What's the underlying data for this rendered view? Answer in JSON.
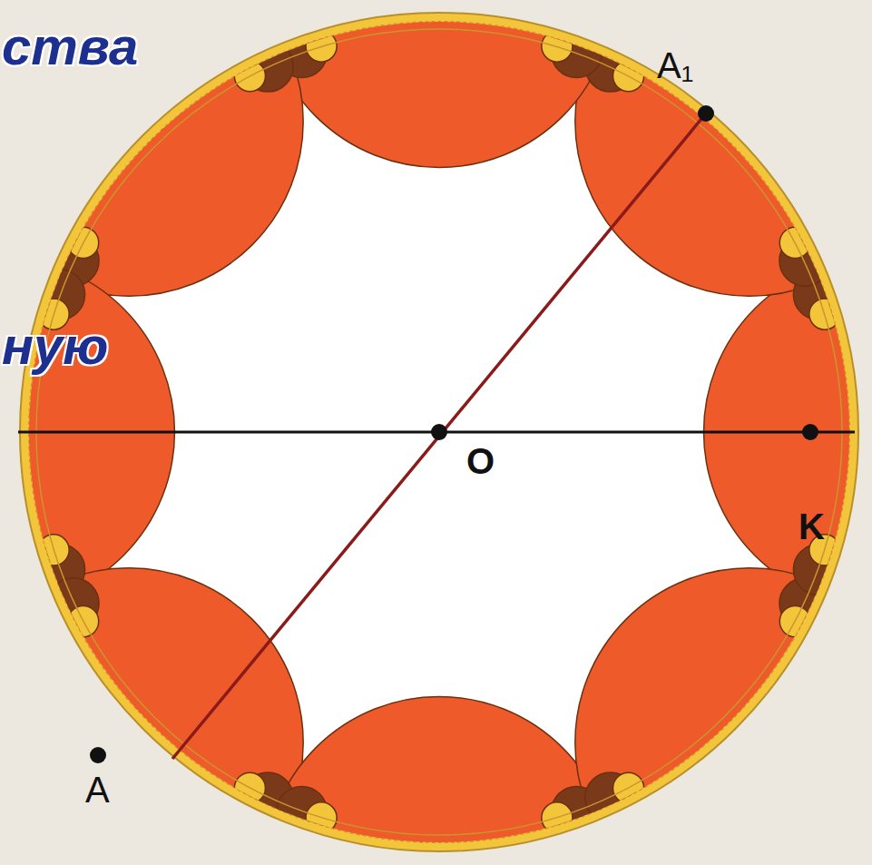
{
  "diagram": {
    "labels": [
      "ства",
      "ную",
      "A₁",
      "O",
      "K",
      "A"
    ]
  }
}
